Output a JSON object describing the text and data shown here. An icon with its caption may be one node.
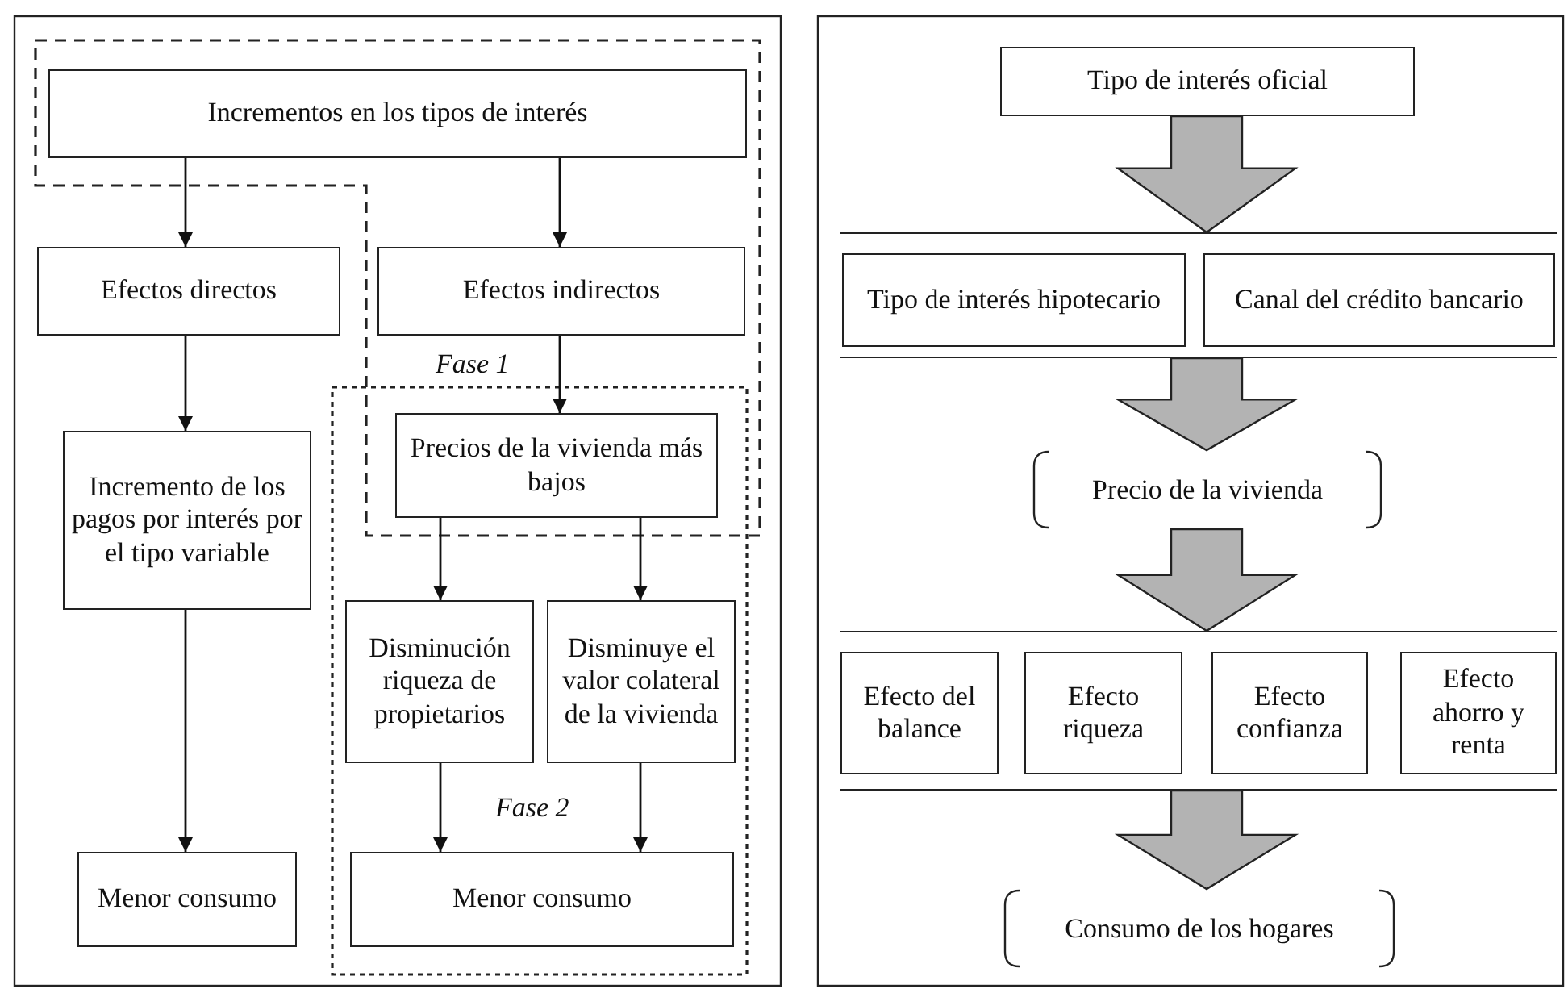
{
  "diagram": {
    "nodes": [
      {
        "text": [
          "Incrementos en los tipos de interés"
        ]
      },
      {
        "text": [
          "Efectos directos"
        ]
      },
      {
        "text": [
          "Efectos indirectos"
        ]
      },
      {
        "text": [
          "Incremento de los pagos por interés por el tipo variable"
        ]
      },
      {
        "text": [
          "Precios de la vivienda más bajos"
        ]
      },
      {
        "text": [
          "Disminución riqueza de propietarios"
        ]
      },
      {
        "text": [
          "Disminuye el valor colateral de la vivienda"
        ]
      },
      {
        "text": [
          "Menor consumo"
        ]
      },
      {
        "text": [
          "Menor consumo"
        ]
      },
      {
        "text": [
          "Tipo de interés oficial"
        ]
      },
      {
        "text": [],
        "shape": "band"
      },
      {
        "text": [
          "Tipo de interés hipotecario"
        ],
        "in": 10
      },
      {
        "text": [
          "Canal del crédito bancario"
        ],
        "in": 10
      },
      {
        "text": [
          "Precio de la vivienda"
        ]
      },
      {
        "text": [],
        "shape": "band"
      },
      {
        "text": [
          "Efecto del balance"
        ],
        "in": 14
      },
      {
        "text": [
          "Efecto riqueza"
        ],
        "in": 14
      },
      {
        "text": [
          "Efecto confianza"
        ],
        "in": 14
      },
      {
        "text": [
          "Efecto ahorro y renta"
        ],
        "in": 14
      },
      {
        "text": [
          "Consumo de los hogares"
        ]
      }
    ],
    "edges": [
      {
        "from": 0,
        "to": 1,
        "arrow": "to"
      },
      {
        "from": 0,
        "to": 2,
        "arrow": "to"
      },
      {
        "from": 1,
        "to": 3,
        "arrow": "to"
      },
      {
        "from": 2,
        "to": 4,
        "arrow": "to"
      },
      {
        "from": 3,
        "to": 7,
        "arrow": "to"
      },
      {
        "from": 4,
        "to": 5,
        "arrow": "to"
      },
      {
        "from": 4,
        "to": 6,
        "arrow": "to"
      },
      {
        "from": 5,
        "to": 8,
        "arrow": "to"
      },
      {
        "from": 6,
        "to": 8,
        "arrow": "to"
      },
      {
        "from": 9,
        "to": 10,
        "arrow": "to",
        "style": "thick",
        "color": "#b3b3b3"
      },
      {
        "from": 10,
        "to": 13,
        "arrow": "to",
        "style": "thick",
        "color": "#b3b3b3"
      },
      {
        "from": 13,
        "to": 14,
        "arrow": "to",
        "style": "thick",
        "color": "#b3b3b3"
      },
      {
        "from": 14,
        "to": 19,
        "arrow": "to",
        "style": "thick",
        "color": "#b3b3b3"
      }
    ],
    "labels": [
      "Fase 1",
      "Fase 2"
    ]
  }
}
